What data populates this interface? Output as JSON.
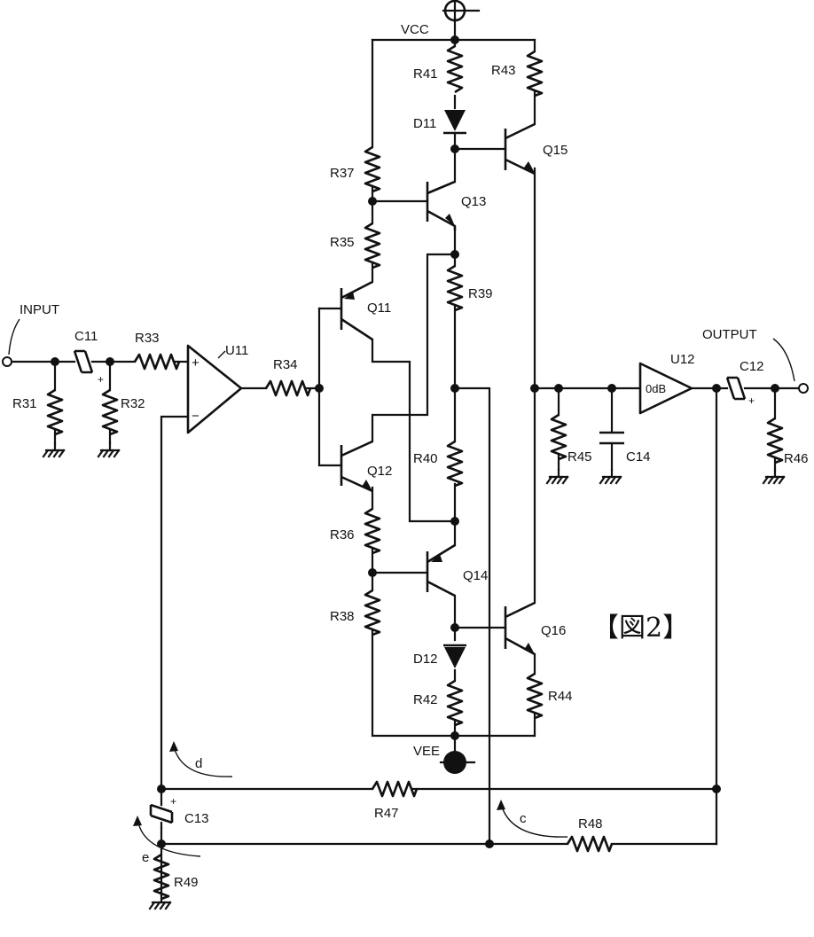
{
  "figure_title": "【図2】",
  "rails": {
    "vcc": "VCC",
    "vee": "VEE"
  },
  "ports": {
    "input": "INPUT",
    "output": "OUTPUT"
  },
  "amplifiers": {
    "u11": {
      "label": "U11",
      "plus": "+",
      "minus": "−"
    },
    "u12": {
      "label": "U12",
      "gain": "0dB"
    }
  },
  "resistors": {
    "r31": "R31",
    "r32": "R32",
    "r33": "R33",
    "r34": "R34",
    "r35": "R35",
    "r36": "R36",
    "r37": "R37",
    "r38": "R38",
    "r39": "R39",
    "r40": "R40",
    "r41": "R41",
    "r42": "R42",
    "r43": "R43",
    "r44": "R44",
    "r45": "R45",
    "r46": "R46",
    "r47": "R47",
    "r48": "R48",
    "r49": "R49"
  },
  "capacitors": {
    "c11": "C11",
    "c12": "C12",
    "c13": "C13",
    "c14": "C14",
    "plus": "+"
  },
  "transistors": {
    "q11": "Q11",
    "q12": "Q12",
    "q13": "Q13",
    "q14": "Q14",
    "q15": "Q15",
    "q16": "Q16"
  },
  "diodes": {
    "d11": "D11",
    "d12": "D12"
  },
  "currents": {
    "c": "c",
    "d": "d",
    "e": "e"
  }
}
